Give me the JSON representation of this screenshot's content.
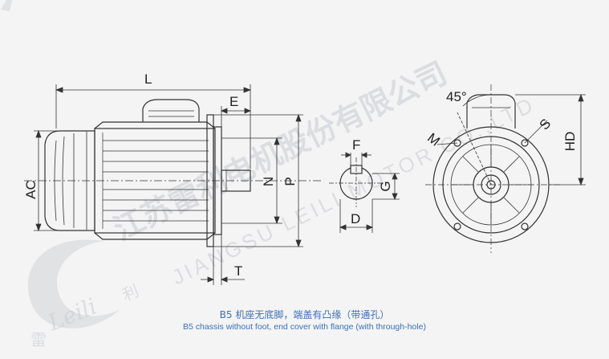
{
  "watermark": {
    "company_cn": "江苏雷利电机股份有限公司",
    "company_en": "JIANGSU LEILI MOTOR CO.,LTD",
    "brand_script": "Leili",
    "brand_cn_1": "雷",
    "brand_cn_2": "利"
  },
  "labels": {
    "L": "L",
    "E": "E",
    "AC": "AC",
    "N": "N",
    "P": "P",
    "T": "T",
    "F": "F",
    "G": "G",
    "D": "D",
    "angle": "45°",
    "M": "M",
    "S": "S",
    "HD": "HD"
  },
  "caption": {
    "chinese": "B5 机座无底脚，端盖有凸缘（带通孔）",
    "english": "B5 chassis without foot, end cover with flange (with through-hole)"
  },
  "colors": {
    "line": "#333333",
    "caption": "#3c6fb5",
    "watermark": "#c9cbcf"
  }
}
